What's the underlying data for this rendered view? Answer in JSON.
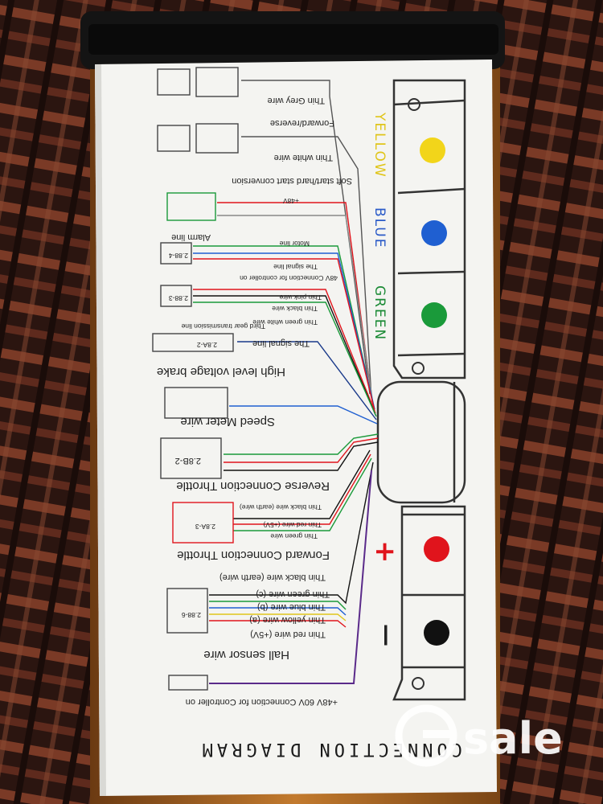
{
  "diagram": {
    "title": "CONNECTION DIAGRAM",
    "power_note": "+48V  60V Connection for Controller on",
    "color_labels": {
      "yellow": "YELLOW",
      "blue": "BLUE",
      "green": "GREEN"
    },
    "terminal_signs": {
      "plus": "+",
      "minus": "—"
    },
    "labels": {
      "thin_grey_wire": "Thin Grey wire",
      "forward_reverse": "Forward/reverse",
      "thin_white_wire": "Thin white wire",
      "soft_hard_start": "Soft start/hard start conversion",
      "v48": "+48V",
      "alarm_line": "Alarm line",
      "motor_line": "Motor line",
      "signal_line_small": "The signal line",
      "conn_48v": "48V Connection for controller on",
      "thin_pink_wire": "Thin pink wire",
      "thin_black_wire": "Thin black wire",
      "thin_green_white_wire": "Thin green white wire",
      "third_gear": "Third gear transmission line",
      "signal_line": "The signal line",
      "high_level_brake": "High level voltage brake",
      "speed_meter_wire": "Speed Meter wire",
      "reverse_throttle": "Reverse Connection Throttle",
      "rt_black_earth": "Thin black wire (earth wire)",
      "ft_red_5v": "Thin red wire (+5V)",
      "ft_green": "Thin green wire",
      "forward_throttle": "Forward Connection Throttle",
      "hall_black_earth": "Thin black wire  (earth wire)",
      "hall_green_c": "Thin green wire  (c)",
      "hall_blue_b": "Thin blue wire  (b)",
      "hall_yellow_a": "Thin yellow wire  (a)",
      "hall_red_5v": "Thin red wire (+5V)",
      "hall_sensor_wire": "Hall sensor wire"
    },
    "connector_codes": {
      "alarm": "2.88-4",
      "pink_black": "2.88-3",
      "signal": "2.8A-2",
      "reverse": "2.8B-2",
      "forward": "2.8A-3",
      "hall": "2.88-6"
    },
    "colors": {
      "yellow": "#f2d51a",
      "blue": "#1f5fd1",
      "green": "#1a9a3a",
      "red": "#e0141c",
      "black": "#111111",
      "purple": "#5a2a8a"
    }
  },
  "watermark": {
    "brand": "Gsale",
    "letter": "G",
    "rest": "sale"
  }
}
